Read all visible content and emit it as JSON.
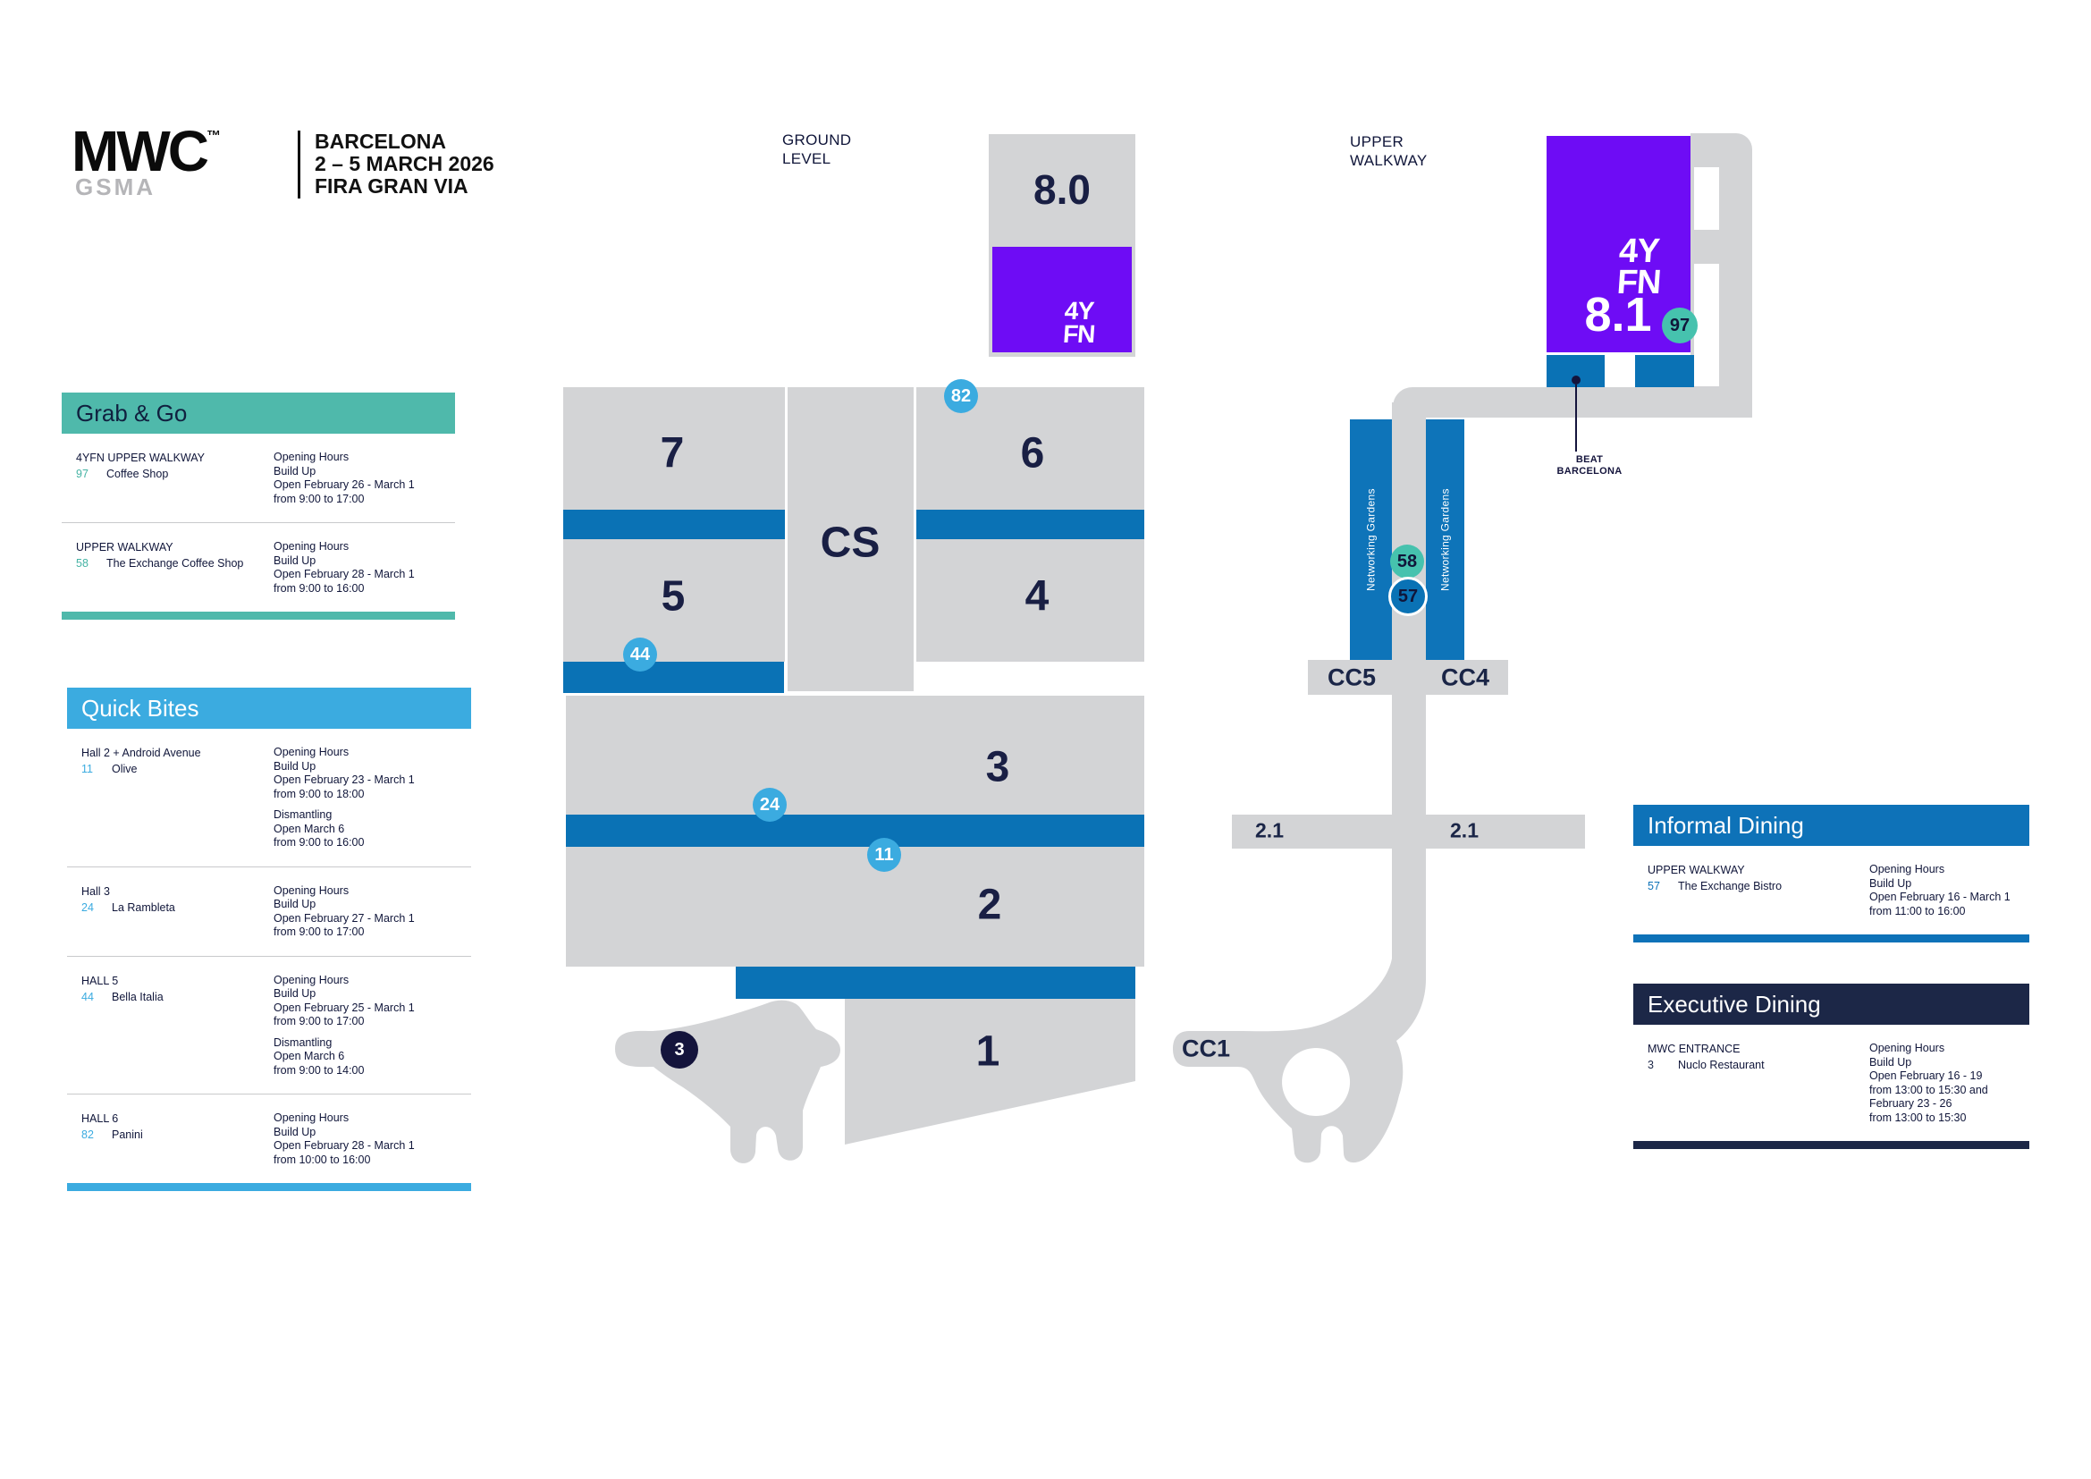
{
  "brand": {
    "logo": "MWC",
    "tm": "™",
    "sub": "GSMA",
    "event_lines": [
      "BARCELONA",
      "2 – 5 MARCH 2026",
      "FIRA GRAN VIA"
    ]
  },
  "map": {
    "level_labels": {
      "ground": [
        "GROUND",
        "LEVEL"
      ],
      "upper": [
        "UPPER",
        "WALKWAY"
      ]
    },
    "halls": {
      "h80": "8.0",
      "h81": "8.1",
      "logo_lines": [
        "4Y",
        "FN"
      ],
      "h7": "7",
      "h6": "6",
      "cs": "CS",
      "h5": "5",
      "h4": "4",
      "h3": "3",
      "h2": "2",
      "h1": "1"
    },
    "zones": {
      "cc5": "CC5",
      "cc4": "CC4",
      "cc1": "CC1",
      "left21": "2.1",
      "right21": "2.1",
      "networking_gardens": "Networking Gardens",
      "beat_lines": [
        "BEAT",
        "BARCELONA"
      ]
    },
    "badges": {
      "b82": "82",
      "b44": "44",
      "b24": "24",
      "b11": "11",
      "b3": "3",
      "b97": "97",
      "b58": "58",
      "b57": "57"
    }
  },
  "panels": {
    "grab_go": {
      "title": "Grab & Go",
      "entries": [
        {
          "venue": "4YFN UPPER WALKWAY",
          "number": "97",
          "name": "Coffee Shop",
          "hours": [
            "Opening Hours",
            "Build Up",
            "Open February 26 - March 1",
            "from 9:00 to 17:00"
          ]
        },
        {
          "venue": "UPPER WALKWAY",
          "number": "58",
          "name": "The Exchange Coffee Shop",
          "hours": [
            "Opening Hours",
            "Build Up",
            "Open February 28 - March 1",
            "from 9:00 to 16:00"
          ]
        }
      ]
    },
    "quick_bites": {
      "title": "Quick Bites",
      "entries": [
        {
          "venue": "Hall 2 + Android Avenue",
          "number": "11",
          "name": "Olive",
          "hours": [
            "Opening Hours",
            "Build Up",
            "Open February 23 - March 1",
            "from 9:00 to 18:00"
          ],
          "hours2": [
            "Dismantling",
            "Open March 6",
            "from 9:00 to 16:00"
          ]
        },
        {
          "venue": "Hall 3",
          "number": "24",
          "name": "La Rambleta",
          "hours": [
            "Opening Hours",
            "Build Up",
            "Open February 27 - March 1",
            "from 9:00 to 17:00"
          ]
        },
        {
          "venue": "HALL 5",
          "number": "44",
          "name": "Bella Italia",
          "hours": [
            "Opening Hours",
            "Build Up",
            "Open February 25 - March 1",
            "from 9:00 to 17:00"
          ],
          "hours2": [
            "Dismantling",
            "Open March 6",
            "from 9:00 to 14:00"
          ]
        },
        {
          "venue": "HALL 6",
          "number": "82",
          "name": "Panini",
          "hours": [
            "Opening Hours",
            "Build Up",
            "Open February 28 - March 1",
            "from 10:00 to 16:00"
          ]
        }
      ]
    },
    "informal": {
      "title": "Informal Dining",
      "entries": [
        {
          "venue": "UPPER WALKWAY",
          "number": "57",
          "name": "The Exchange Bistro",
          "hours": [
            "Opening Hours",
            "Build Up",
            "Open February 16 - March 1",
            "from 11:00 to 16:00"
          ]
        }
      ]
    },
    "executive": {
      "title": "Executive Dining",
      "entries": [
        {
          "venue": "MWC ENTRANCE",
          "number": "3",
          "name": "Nuclo Restaurant",
          "hours": [
            "Opening Hours",
            "Build Up",
            "Open February 16 - 19",
            "from 13:00 to 15:30 and",
            "February 23 - 26",
            "from 13:00 to 15:30"
          ]
        }
      ]
    }
  },
  "colors": {
    "hall_gray": "#D3D4D6",
    "band_blue": "#0A72B5",
    "light_blue": "#3BABE0",
    "teal": "#4FB9AB",
    "badge_teal": "#46C2AE",
    "navy": "#1C2747",
    "purple": "#6E0CF5",
    "text_navy": "#10163A"
  }
}
